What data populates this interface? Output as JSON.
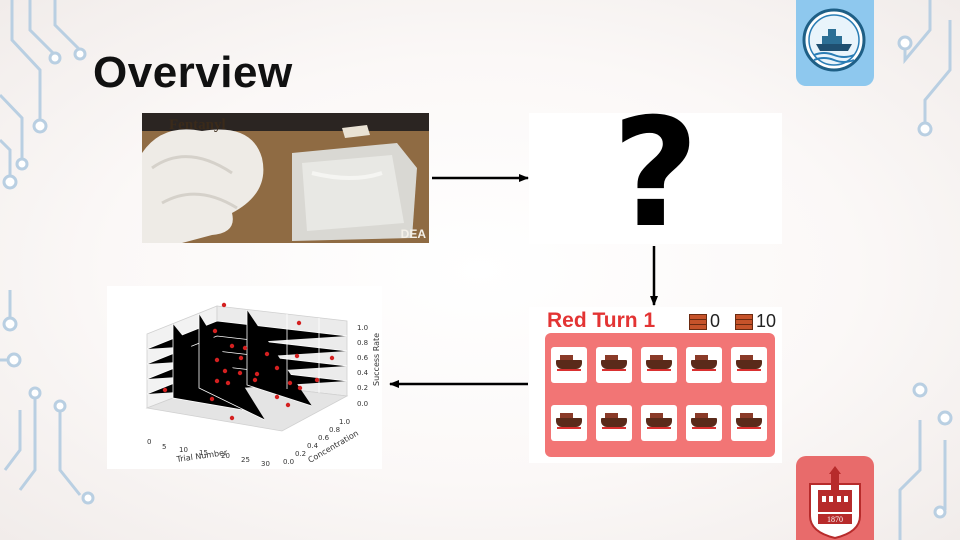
{
  "slide": {
    "title": "Overview"
  },
  "images": {
    "fentanyl": {
      "label": "Fentanyl",
      "watermark": "DEA"
    },
    "question": {
      "symbol": "?"
    },
    "game": {
      "header": "Red Turn 1",
      "counter_left": "0",
      "counter_right": "10",
      "tile_rows": 2,
      "tile_cols": 5
    },
    "plot3d": {
      "x_label": "Trial Number",
      "y_label": "Concentration",
      "z_label": "Success Rate",
      "x_ticks": [
        "0",
        "5",
        "10",
        "15",
        "20",
        "25",
        "30"
      ],
      "y_ticks": [
        "0.0",
        "0.2",
        "0.4",
        "0.6",
        "0.8",
        "1.0"
      ],
      "z_ticks": [
        "0.0",
        "0.2",
        "0.4",
        "0.6",
        "0.8",
        "1.0"
      ]
    }
  },
  "logos": {
    "top": "ship-logo",
    "bottom_year": "1870"
  },
  "colors": {
    "accent_red": "#e33434",
    "board_red": "#f27575",
    "logo_blue": "#8ec8ee",
    "logo_red": "#e86b6b",
    "circuit_blue": "#9fc0dc"
  }
}
